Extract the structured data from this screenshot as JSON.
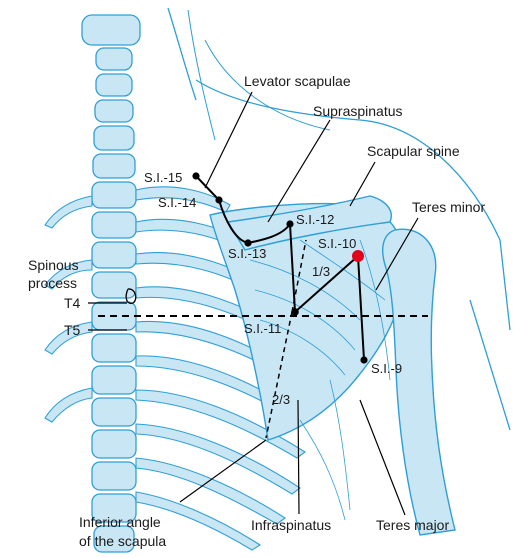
{
  "colors": {
    "bone_fill": "#c9e6f5",
    "bone_stroke": "#2f9fd6",
    "guide_line": "#000000",
    "highlight_point": "#e3001b"
  },
  "labels": {
    "levator_scapulae": "Levator scapulae",
    "supraspinatus": "Supraspinatus",
    "scapular_spine": "Scapular spine",
    "teres_minor": "Teres minor",
    "spinous_process_1": "Spinous",
    "spinous_process_2": "process",
    "t4": "T4",
    "t5": "T5",
    "inferior_angle_1": "Inferior angle",
    "inferior_angle_2": "of the scapula",
    "infraspinatus": "Infraspinatus",
    "teres_major": "Teres major"
  },
  "points": {
    "si15": "S.I.-15",
    "si14": "S.I.-14",
    "si13": "S.I.-13",
    "si12": "S.I.-12",
    "si11": "S.I.-11",
    "si10": "S.I.-10",
    "si9": "S.I.-9"
  },
  "fractions": {
    "one_third": "1/3",
    "two_thirds": "2/3"
  }
}
